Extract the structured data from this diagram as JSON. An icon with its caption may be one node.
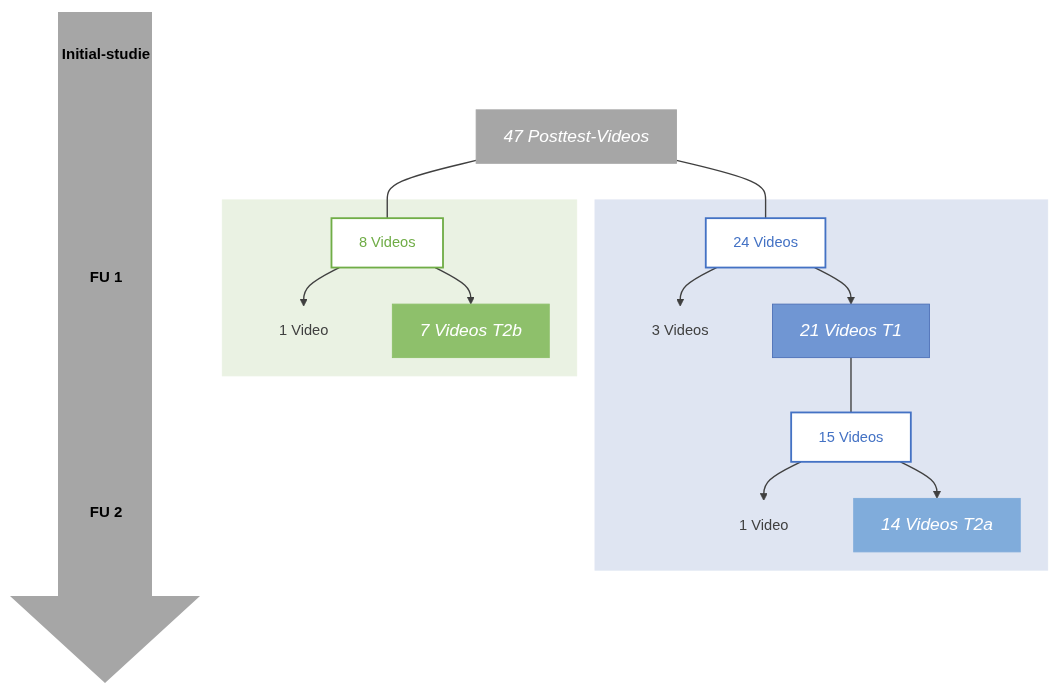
{
  "diagram": {
    "nodes": [
      {
        "text": [
          "47 Posttest-Videos"
        ]
      },
      {
        "text": [],
        "shape": "box"
      },
      {
        "text": [
          "24 Videos"
        ],
        "in": 1
      },
      {
        "text": [
          "3 Videos"
        ],
        "in": 1
      },
      {
        "text": [
          "21 Videos T1"
        ],
        "in": 1
      },
      {
        "text": [
          "15 Videos"
        ],
        "in": 1
      },
      {
        "text": [
          "1 Video"
        ],
        "in": 1
      },
      {
        "text": [
          "14 Videos T2a"
        ],
        "in": 1
      },
      {
        "text": [],
        "shape": "box"
      },
      {
        "text": [
          "8 Videos"
        ],
        "in": 8
      },
      {
        "text": [
          "1 Video"
        ],
        "in": 8
      },
      {
        "text": [
          "7 Videos T2b"
        ],
        "in": 8
      }
    ],
    "edges": [
      {
        "from": 0,
        "to": 2,
        "arrow": "none"
      },
      {
        "from": 2,
        "to": 3,
        "arrow": "to"
      },
      {
        "from": 2,
        "to": 4,
        "arrow": "to"
      },
      {
        "from": 4,
        "to": 5,
        "arrow": "none"
      },
      {
        "from": 5,
        "to": 6,
        "arrow": "to"
      },
      {
        "from": 5,
        "to": 7,
        "arrow": "to"
      },
      {
        "from": 0,
        "to": 9,
        "arrow": "none"
      },
      {
        "from": 9,
        "to": 10,
        "arrow": "to"
      },
      {
        "from": 9,
        "to": 11,
        "arrow": "to"
      }
    ],
    "labels": [
      "Initial-studie",
      "FU 1",
      "FU 2"
    ]
  }
}
